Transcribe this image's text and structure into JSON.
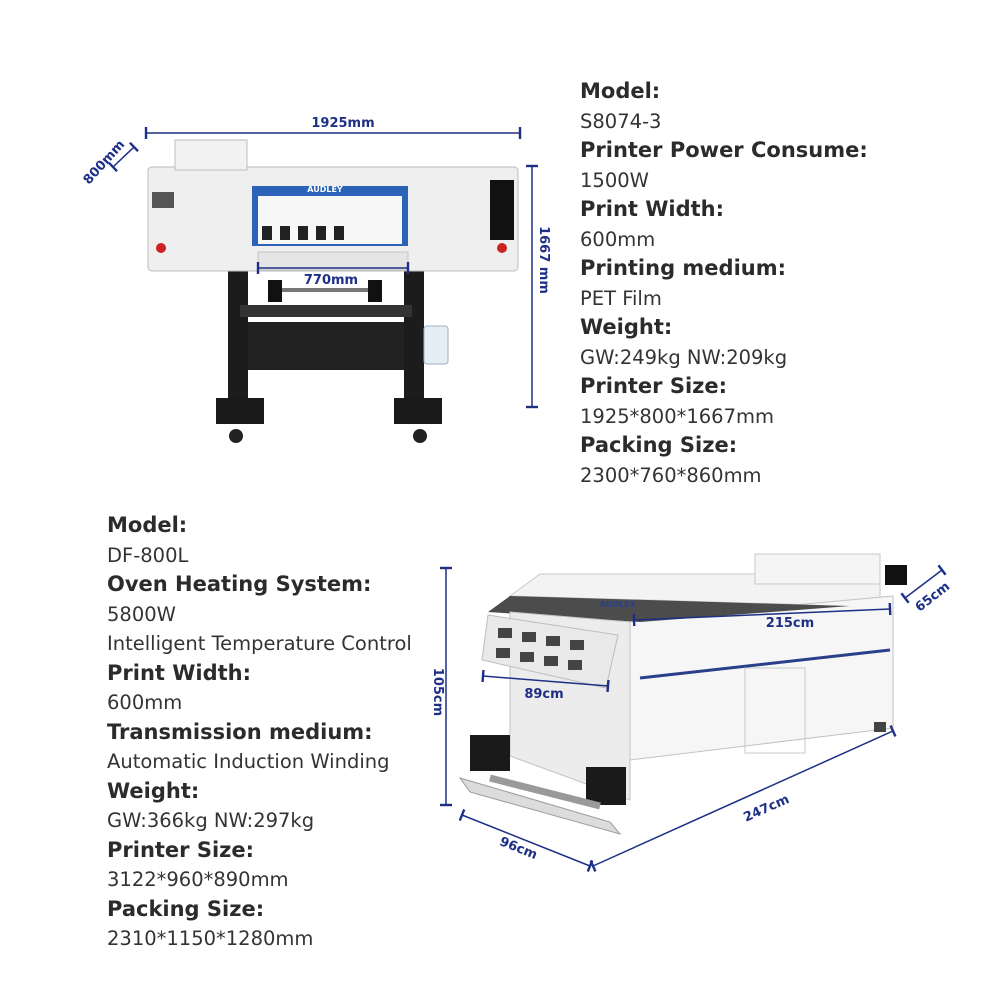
{
  "printer_specs": [
    {
      "label": "Model:",
      "values": [
        "S8074-3"
      ]
    },
    {
      "label": "Printer Power Consume:",
      "values": [
        "1500W"
      ]
    },
    {
      "label": "Print Width:",
      "values": [
        "600mm"
      ]
    },
    {
      "label": "Printing medium:",
      "values": [
        "PET Film"
      ]
    },
    {
      "label": "Weight:",
      "values": [
        "GW:249kg  NW:209kg"
      ]
    },
    {
      "label": "Printer Size:",
      "values": [
        "1925*800*1667mm"
      ]
    },
    {
      "label": "Packing Size:",
      "values": [
        "2300*760*860mm"
      ]
    }
  ],
  "oven_specs": [
    {
      "label": "Model:",
      "values": [
        "DF-800L"
      ]
    },
    {
      "label": "Oven Heating System:",
      "values": [
        "5800W",
        "Intelligent Temperature Control"
      ]
    },
    {
      "label": "Print Width:",
      "values": [
        "600mm"
      ]
    },
    {
      "label": "Transmission medium:",
      "values": [
        "Automatic Induction Winding"
      ]
    },
    {
      "label": "Weight:",
      "values": [
        "GW:366kg  NW:297kg"
      ]
    },
    {
      "label": "Printer Size:",
      "values": [
        "3122*960*890mm"
      ]
    },
    {
      "label": "Packing Size:",
      "values": [
        "2310*1150*1280mm"
      ]
    }
  ],
  "printer_dimensions": {
    "width": "1925mm",
    "depth": "800mm",
    "height": "1667 mm",
    "inner_width": "770mm",
    "brand": "AUDLEY"
  },
  "oven_dimensions": {
    "height": "105cm",
    "top_length": "215cm",
    "depth_right": "65cm",
    "inner_width": "89cm",
    "depth": "96cm",
    "length": "247cm",
    "brand": "AUDLEY"
  },
  "colors": {
    "dimension_line": "#1e2f86",
    "printer_accent": "#2a63b8",
    "machine_body": "#eeeeee",
    "frame": "#1c1c1c"
  }
}
